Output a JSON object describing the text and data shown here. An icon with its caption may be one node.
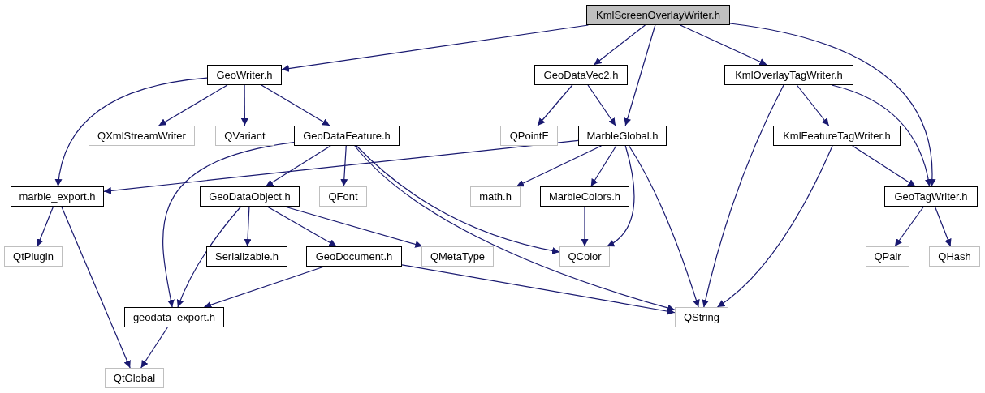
{
  "diagram": {
    "nodes": [
      {
        "text": [
          "KmlScreenOverlayWriter.h"
        ]
      },
      {
        "text": [
          "GeoWriter.h"
        ]
      },
      {
        "text": [
          "GeoDataVec2.h"
        ]
      },
      {
        "text": [
          "KmlOverlayTagWriter.h"
        ]
      },
      {
        "text": [
          "QXmlStreamWriter"
        ]
      },
      {
        "text": [
          "QVariant"
        ]
      },
      {
        "text": [
          "GeoDataFeature.h"
        ]
      },
      {
        "text": [
          "QPointF"
        ]
      },
      {
        "text": [
          "MarbleGlobal.h"
        ]
      },
      {
        "text": [
          "KmlFeatureTagWriter.h"
        ]
      },
      {
        "text": [
          "marble_export.h"
        ]
      },
      {
        "text": [
          "QFont"
        ]
      },
      {
        "text": [
          "GeoDataObject.h"
        ]
      },
      {
        "text": [
          "math.h"
        ]
      },
      {
        "text": [
          "MarbleColors.h"
        ]
      },
      {
        "text": [
          "GeoTagWriter.h"
        ]
      },
      {
        "text": [
          "QtPlugin"
        ]
      },
      {
        "text": [
          "Serializable.h"
        ]
      },
      {
        "text": [
          "GeoDocument.h"
        ]
      },
      {
        "text": [
          "QMetaType"
        ]
      },
      {
        "text": [
          "QColor"
        ]
      },
      {
        "text": [
          "QPair"
        ]
      },
      {
        "text": [
          "QHash"
        ]
      },
      {
        "text": [
          "geodata_export.h"
        ]
      },
      {
        "text": [
          "QString"
        ]
      },
      {
        "text": [
          "QtGlobal"
        ]
      }
    ],
    "edges": [
      {
        "from": 0,
        "to": 1,
        "arrow": "to"
      },
      {
        "from": 0,
        "to": 2,
        "arrow": "to"
      },
      {
        "from": 0,
        "to": 8,
        "arrow": "to"
      },
      {
        "from": 0,
        "to": 3,
        "arrow": "to"
      },
      {
        "from": 0,
        "to": 15,
        "arrow": "to"
      },
      {
        "from": 1,
        "to": 10,
        "arrow": "to"
      },
      {
        "from": 1,
        "to": 4,
        "arrow": "to"
      },
      {
        "from": 1,
        "to": 5,
        "arrow": "to"
      },
      {
        "from": 1,
        "to": 6,
        "arrow": "to"
      },
      {
        "from": 2,
        "to": 7,
        "arrow": "to"
      },
      {
        "from": 2,
        "to": 8,
        "arrow": "to"
      },
      {
        "from": 3,
        "to": 24,
        "arrow": "to"
      },
      {
        "from": 3,
        "to": 9,
        "arrow": "to"
      },
      {
        "from": 3,
        "to": 15,
        "arrow": "to"
      },
      {
        "from": 6,
        "to": 23,
        "arrow": "to"
      },
      {
        "from": 6,
        "to": 12,
        "arrow": "to"
      },
      {
        "from": 6,
        "to": 11,
        "arrow": "to"
      },
      {
        "from": 6,
        "to": 24,
        "arrow": "to"
      },
      {
        "from": 6,
        "to": 20,
        "arrow": "to"
      },
      {
        "from": 8,
        "to": 10,
        "arrow": "to"
      },
      {
        "from": 8,
        "to": 13,
        "arrow": "to"
      },
      {
        "from": 8,
        "to": 14,
        "arrow": "to"
      },
      {
        "from": 8,
        "to": 20,
        "arrow": "to"
      },
      {
        "from": 8,
        "to": 24,
        "arrow": "to"
      },
      {
        "from": 9,
        "to": 24,
        "arrow": "to"
      },
      {
        "from": 9,
        "to": 15,
        "arrow": "to"
      },
      {
        "from": 10,
        "to": 16,
        "arrow": "to"
      },
      {
        "from": 10,
        "to": 25,
        "arrow": "to"
      },
      {
        "from": 12,
        "to": 23,
        "arrow": "to"
      },
      {
        "from": 12,
        "to": 17,
        "arrow": "to"
      },
      {
        "from": 12,
        "to": 18,
        "arrow": "to"
      },
      {
        "from": 12,
        "to": 19,
        "arrow": "to"
      },
      {
        "from": 14,
        "to": 20,
        "arrow": "to"
      },
      {
        "from": 15,
        "to": 21,
        "arrow": "to"
      },
      {
        "from": 15,
        "to": 22,
        "arrow": "to"
      },
      {
        "from": 18,
        "to": 23,
        "arrow": "to"
      },
      {
        "from": 18,
        "to": 24,
        "arrow": "to"
      },
      {
        "from": 23,
        "to": 25,
        "arrow": "to"
      }
    ]
  }
}
